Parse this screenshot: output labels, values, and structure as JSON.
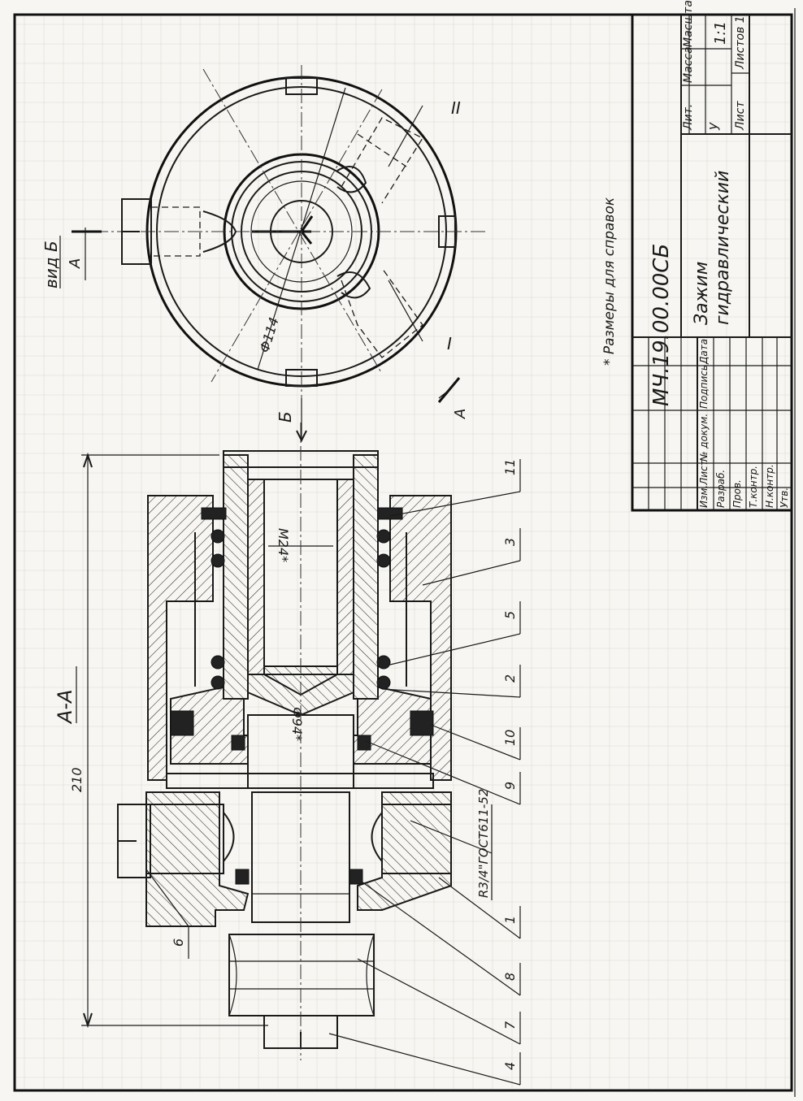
{
  "sheet": {
    "drawing_number": "МЧ.19.00.00СБ",
    "title_line1": "Зажим",
    "title_line2": "гидравлический",
    "scale": "1:1",
    "letter": "у",
    "headers": {
      "lit": "Лит.",
      "mass": "Масса",
      "scale": "Масштаб",
      "sheet": "Лист",
      "sheets": "Листов 1"
    },
    "stamp_rows": [
      "Изм.Лист",
      "№ докум.",
      "Подпись",
      "Дата"
    ],
    "roles": [
      "Разраб.",
      "Пров.",
      "Т.контр.",
      "Н.контр.",
      "Утв."
    ]
  },
  "notes": {
    "reference": "* Размеры для справок"
  },
  "views": {
    "section_label": "А-А",
    "view_label": "вид Б",
    "cut_a": "А",
    "cut_b": "Б",
    "roman_1": "I",
    "roman_2": "II"
  },
  "dimensions": {
    "overall_length": "210",
    "diameter_outer": "Ф114",
    "diameter_piston": "Ф94*",
    "thread_inner": "М24*",
    "thread_port": "R3/4\"ГОСТ611-52"
  },
  "callouts": [
    "11",
    "3",
    "5",
    "2",
    "10",
    "9",
    "1",
    "8",
    "7",
    "4",
    "6"
  ]
}
